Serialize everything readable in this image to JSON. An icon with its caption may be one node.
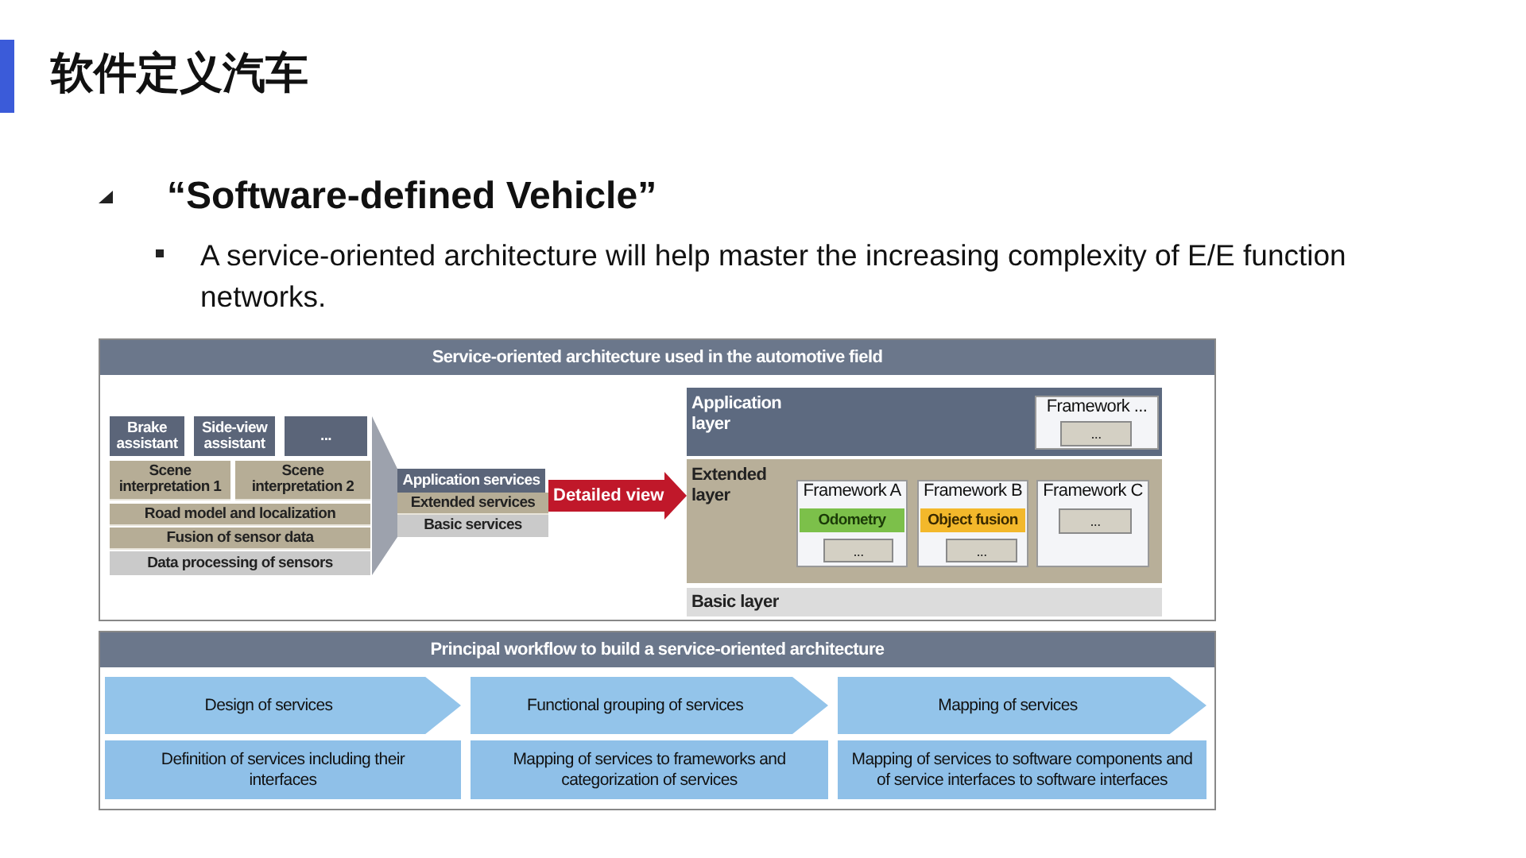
{
  "diagram": {
    "title": "软件定义汽车",
    "nodes": [
      {
        "text": [
          "Service-oriented architecture used in the automotive field"
        ]
      },
      {
        "text": [
          "Brake assistant"
        ],
        "in": 0
      },
      {
        "text": [
          "Side-view assistant"
        ],
        "in": 0
      },
      {
        "text": [
          "..."
        ],
        "in": 0
      },
      {
        "text": [
          "Scene interpretation 1"
        ],
        "in": 0
      },
      {
        "text": [
          "Scene interpretation 2"
        ],
        "in": 0
      },
      {
        "text": [
          "Road model and localization"
        ],
        "in": 0
      },
      {
        "text": [
          "Fusion of sensor data"
        ],
        "in": 0
      },
      {
        "text": [
          "Data processing of sensors"
        ],
        "in": 0
      },
      {
        "text": [
          "Application services"
        ],
        "in": 0
      },
      {
        "text": [
          "Extended services"
        ],
        "in": 0
      },
      {
        "text": [
          "Basic services"
        ],
        "in": 0
      },
      {
        "text": [
          "Application layer"
        ],
        "in": 0
      },
      {
        "text": [
          "Framework ..."
        ],
        "in": 12
      },
      {
        "text": [
          "..."
        ],
        "in": 13
      },
      {
        "text": [
          "Extended layer"
        ],
        "in": 0
      },
      {
        "text": [
          "Framework A"
        ],
        "in": 15
      },
      {
        "text": [
          "Odometry"
        ],
        "in": 16
      },
      {
        "text": [
          "..."
        ],
        "in": 16
      },
      {
        "text": [
          "Framework B"
        ],
        "in": 15
      },
      {
        "text": [
          "Object fusion"
        ],
        "in": 19
      },
      {
        "text": [
          "..."
        ],
        "in": 19
      },
      {
        "text": [
          "Framework C"
        ],
        "in": 15
      },
      {
        "text": [
          "..."
        ],
        "in": 22
      },
      {
        "text": [
          "Basic layer"
        ],
        "in": 0
      },
      {
        "text": [
          "Principal workflow to build a service-oriented architecture"
        ]
      },
      {
        "text": [
          "Design of services"
        ],
        "in": 25
      },
      {
        "text": [
          "Definition of services including their interfaces"
        ],
        "in": 25
      },
      {
        "text": [
          "Functional grouping of services"
        ],
        "in": 25
      },
      {
        "text": [
          "Mapping of services to frameworks and categorization of services"
        ],
        "in": 25
      },
      {
        "text": [
          "Mapping of services"
        ],
        "in": 25
      },
      {
        "text": [
          "Mapping of services to software components and of service interfaces to software interfaces"
        ],
        "in": 25
      },
      {
        "text": [],
        "shape": "funnel",
        "in": 0
      }
    ],
    "edges": [
      {
        "from": 10,
        "to": 15,
        "arrow": "to",
        "label": "Detailed view"
      }
    ],
    "labels": [
      "“Software-defined Vehicle”",
      "A service-oriented architecture will help master the increasing complexity of E/E function networks."
    ]
  }
}
